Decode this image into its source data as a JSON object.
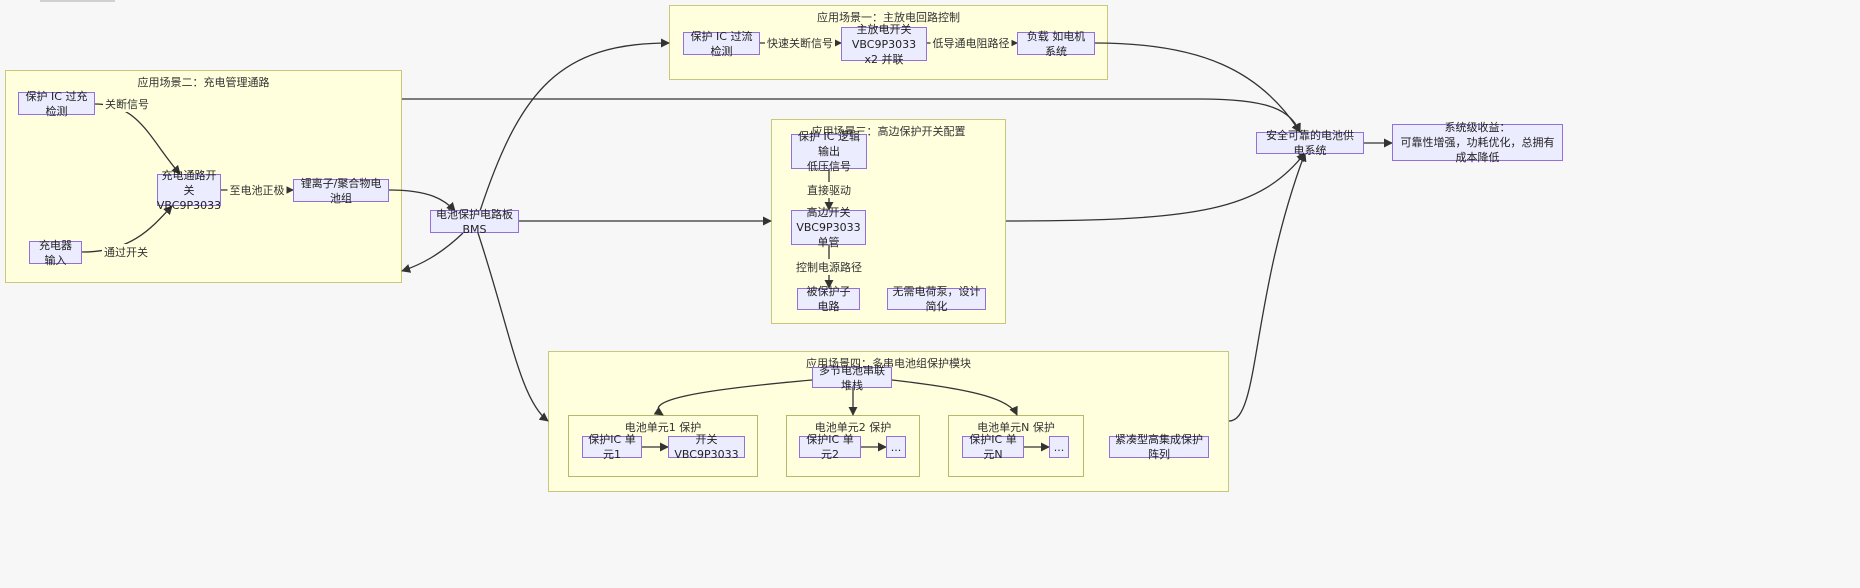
{
  "clusters": {
    "s1": "应用场景一：主放电回路控制",
    "s2": "应用场景二：充电管理通路",
    "s3": "应用场景三：高边保护开关配置",
    "s4": "应用场景四：多串电池组保护模块",
    "c1": "电池单元1 保护",
    "c2": "电池单元2 保护",
    "cn": "电池单元N 保护"
  },
  "nodes": {
    "s1_ic": "保护 IC 过流检测",
    "s1_sw": "主放电开关\nVBC9P3033 x2 并联",
    "s1_load": "负载 如电机 系统",
    "s2_ic": "保护 IC 过充检测",
    "s2_sw": "充电通路开关\nVBC9P3033",
    "s2_bat": "锂离子/聚合物电池组",
    "s2_chg": "充电器输入",
    "bms": "电池保护电路板 BMS",
    "s3_ic": "保护 IC 逻辑输出\n低压信号",
    "s3_sw": "高边开关\nVBC9P3033 单管",
    "s3_sub": "被保护子电路",
    "s3_note": "无需电荷泵，设计简化",
    "safe": "安全可靠的电池供电系统",
    "benefit": "系统级收益：\n可靠性增强，功耗优化，总拥有成本降低",
    "s4_stack": "多节电池串联堆栈",
    "c1_ic": "保护IC 单元1",
    "c1_sw": "开关 VBC9P3033",
    "c2_ic": "保护IC 单元2",
    "c2_more": "...",
    "cn_ic": "保护IC 单元N",
    "cn_more": "...",
    "s4_note": "紧凑型高集成保护阵列"
  },
  "edges": {
    "fast_off": "快速关断信号",
    "low_r": "低导通电阻路径",
    "off_sig": "关断信号",
    "to_pos": "至电池正极",
    "via_sw": "通过开关",
    "direct": "直接驱动",
    "ctrl_path": "控制电源路径"
  },
  "colors": {
    "cluster_fill": "#ffffde",
    "cluster_border": "#c8c87a",
    "node_fill": "#ececff",
    "node_border": "#9370db",
    "edge": "#333333"
  }
}
